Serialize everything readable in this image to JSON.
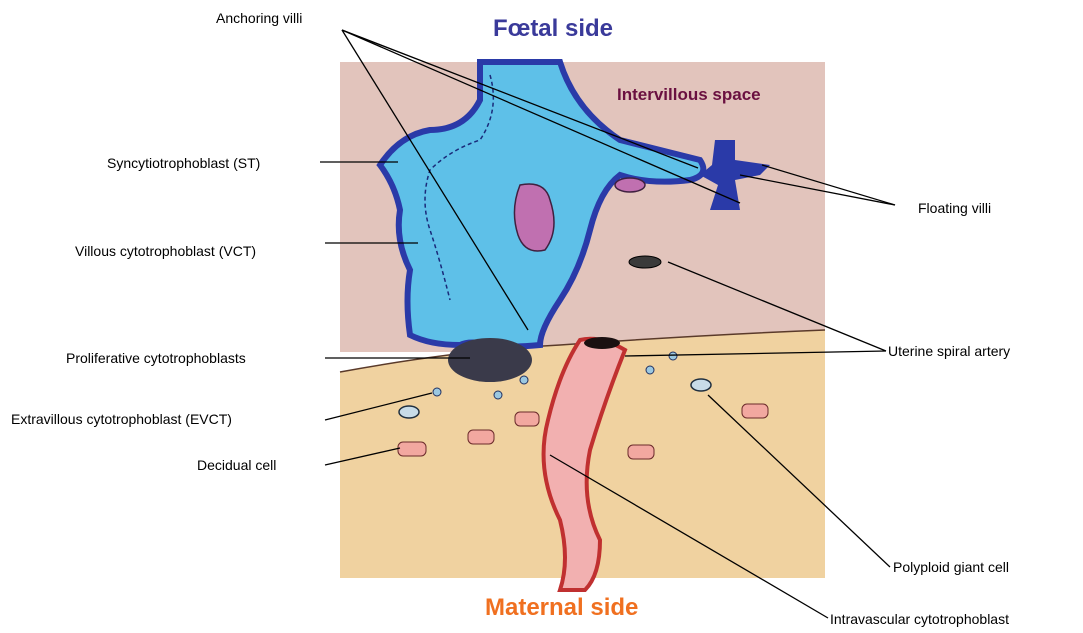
{
  "headings": {
    "foetal_side": "Fœtal side",
    "maternal_side": "Maternal side",
    "intervillous_space": "Intervillous space"
  },
  "labels": {
    "anchoring_villi": "Anchoring villi",
    "syncytiotrophoblast": "Syncytiotrophoblast (ST)",
    "villous_cytotrophoblast": "Villous cytotrophoblast (VCT)",
    "proliferative_cytotrophoblasts": "Proliferative cytotrophoblasts",
    "extravillous_cytotrophoblast": "Extravillous cytotrophoblast (EVCT)",
    "decidual_cell": "Decidual cell",
    "floating_villi": "Floating villi",
    "uterine_spiral_artery": "Uterine spiral artery",
    "polyploid_giant_cell": "Polyploid giant cell",
    "intravascular_cytotrophoblast": "Intravascular cytotrophoblast"
  },
  "colors": {
    "foetal_heading": "#3a3a9a",
    "maternal_heading": "#f07020",
    "intervillous_heading": "#6a1040",
    "intervillous_bg": "#e2c4bc",
    "decidua_bg": "#f0d2a0",
    "villus_core": "#5ec0e8",
    "villus_border": "#2a3aa8",
    "artery_wall": "#c03030",
    "artery_lumen": "#f2b0b0"
  }
}
